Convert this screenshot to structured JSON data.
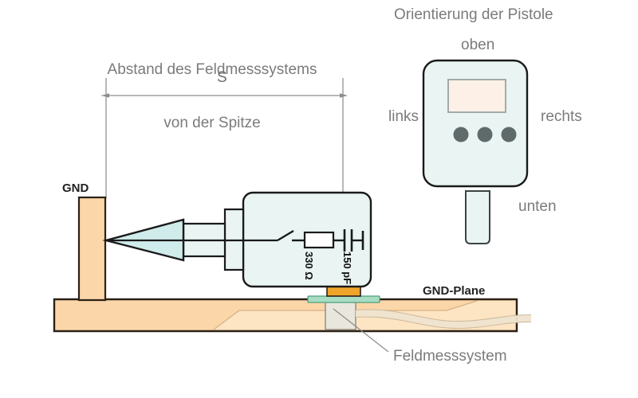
{
  "figure": {
    "left_title_line1": "Abstand des Feldmesssystems",
    "left_title_line2": "von der Spitze",
    "dimension_label": "S",
    "right_title": "Orientierung der Pistole",
    "orientation": {
      "top": "oben",
      "left": "links",
      "right": "rechts",
      "bottom": "unten"
    },
    "labels": {
      "ground_post": "GND",
      "ground_plane": "GND-Plane",
      "field_meter": "Feldmesssystem"
    },
    "circuit": {
      "resistor": "330 Ω",
      "capacitor": "150 pF"
    }
  },
  "colors": {
    "wood": "#fbd6a8",
    "wood_light": "#fde5c4",
    "gun_body": "#e9f4f3",
    "tip_fill": "#cfeceb",
    "display": "#fdf0e6",
    "button": "#5f6a6a",
    "plate_orange": "#f0a42a",
    "plate_green": "#a8ddc4",
    "sensor_box": "#e9e6dd",
    "outline_dark": "#1a1a1a",
    "outline_gray": "#8d8d8d",
    "text_gray": "#7b7b7b",
    "text_dark": "#222222"
  }
}
